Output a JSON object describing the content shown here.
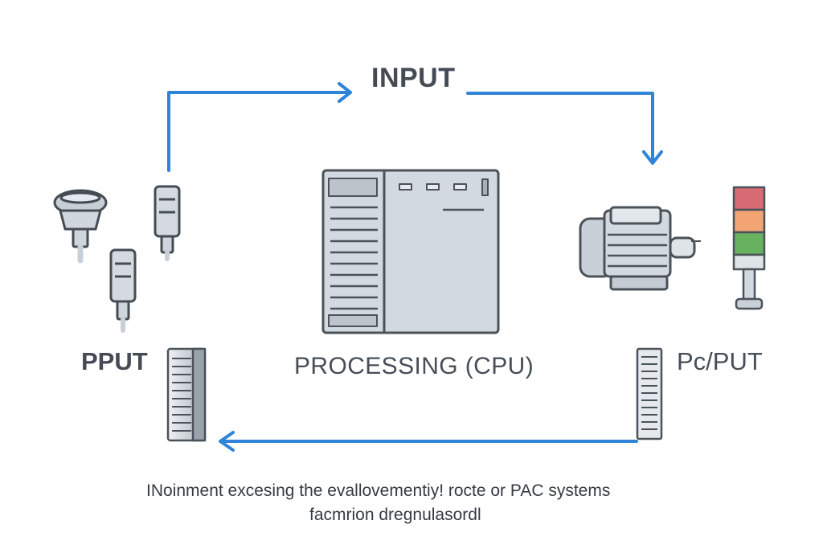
{
  "diagram": {
    "labels": {
      "top": "INPUT",
      "left": "PPUT",
      "center": "PROCESSING (CPU)",
      "right": "Pс/PUT"
    },
    "caption": {
      "line1": "INoinment excesing  the evallovementiy! rocte or PAC systems",
      "line2": "facmrion dregnulasordl"
    },
    "colors": {
      "arrow": "#2f84d8",
      "device_fill": "#d3d9e0",
      "device_stroke": "#4b5259",
      "stack_red": "#d96b74",
      "stack_orange": "#f2a572",
      "stack_green": "#67b15f"
    },
    "icons": {
      "sensors": [
        "proximity-sensor-icon",
        "connector-sensor-icon",
        "connector-sensor-icon"
      ],
      "cpu": "cpu-module-icon",
      "io_modules": [
        "io-module-icon",
        "io-module-icon"
      ],
      "motor": "motor-icon",
      "stack_light": "stack-light-icon"
    }
  }
}
